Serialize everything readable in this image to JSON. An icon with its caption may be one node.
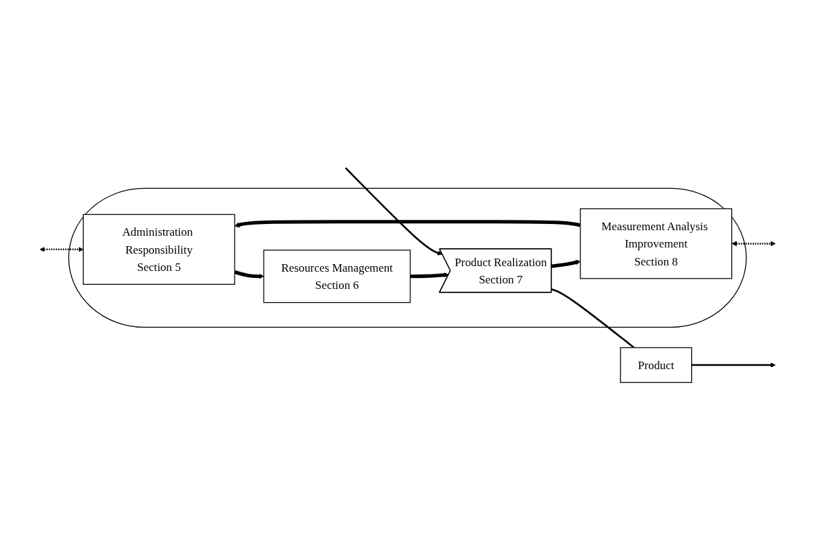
{
  "diagram": {
    "nodes": [
      {
        "text": [],
        "shape": "ellipse"
      },
      {
        "text": [
          "Administration Responsibility",
          "Section 5"
        ],
        "in": 0
      },
      {
        "text": [
          "Resources Management",
          "Section 6"
        ],
        "in": 0
      },
      {
        "text": [
          "Measurement Analysis Improvement",
          "Section 8"
        ],
        "in": 0
      },
      {
        "text": [
          "Product Realization",
          "Section 7"
        ],
        "in": 0
      },
      {
        "text": [
          "Product"
        ]
      }
    ],
    "edges": [
      {
        "from": null,
        "to": 1,
        "arrow": "both",
        "style": "dashed"
      },
      {
        "from": 1,
        "to": 2,
        "arrow": "to",
        "style": "thick"
      },
      {
        "from": 3,
        "to": null,
        "arrow": "both",
        "style": "dashed"
      },
      {
        "from": 2,
        "to": 4,
        "arrow": "to",
        "style": "thick"
      },
      {
        "from": null,
        "to": 4,
        "arrow": "to"
      },
      {
        "from": 4,
        "to": 3,
        "arrow": "to",
        "style": "thick"
      },
      {
        "from": 3,
        "to": 1,
        "arrow": "to",
        "style": "thick"
      },
      {
        "from": 4,
        "to": 5,
        "arrow": "none"
      },
      {
        "from": 5,
        "to": null,
        "arrow": "to"
      }
    ]
  }
}
